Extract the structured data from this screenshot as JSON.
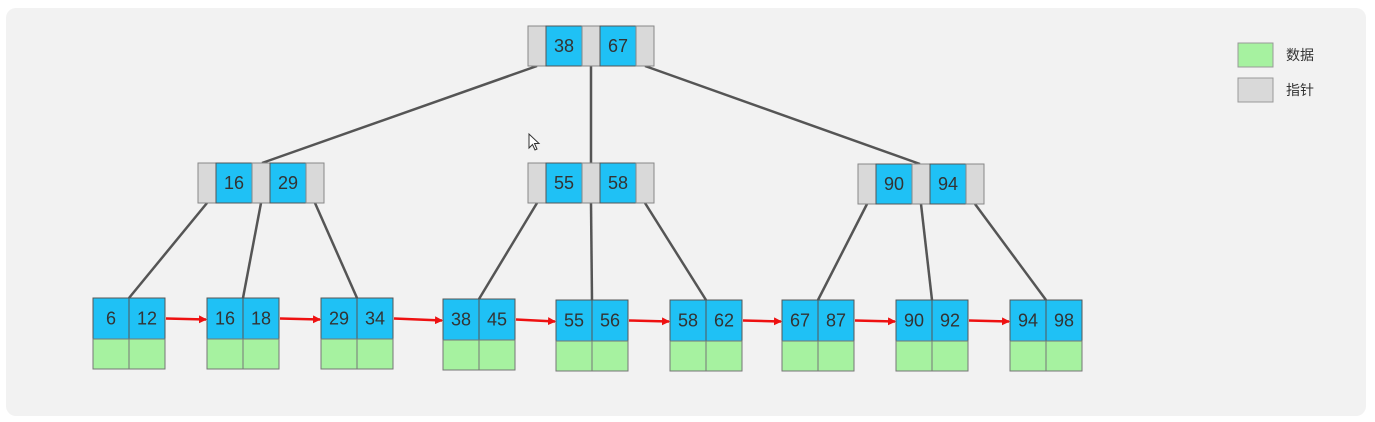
{
  "legend": [
    {
      "label": "数据",
      "color": "#a6f2a0"
    },
    {
      "label": "指针",
      "color": "#d9d9d9"
    }
  ],
  "colors": {
    "key": "#1fc1f5",
    "pointer": "#d9d9d9",
    "data": "#a6f2a0",
    "edge": "#555555",
    "link": "#ee1111"
  },
  "tree": {
    "root": [
      "38",
      "67"
    ],
    "internal": [
      [
        "16",
        "29"
      ],
      [
        "55",
        "58"
      ],
      [
        "90",
        "94"
      ]
    ],
    "leaves": [
      [
        "6",
        "12"
      ],
      [
        "16",
        "18"
      ],
      [
        "29",
        "34"
      ],
      [
        "38",
        "45"
      ],
      [
        "55",
        "56"
      ],
      [
        "58",
        "62"
      ],
      [
        "67",
        "87"
      ],
      [
        "90",
        "92"
      ],
      [
        "94",
        "98"
      ]
    ]
  }
}
